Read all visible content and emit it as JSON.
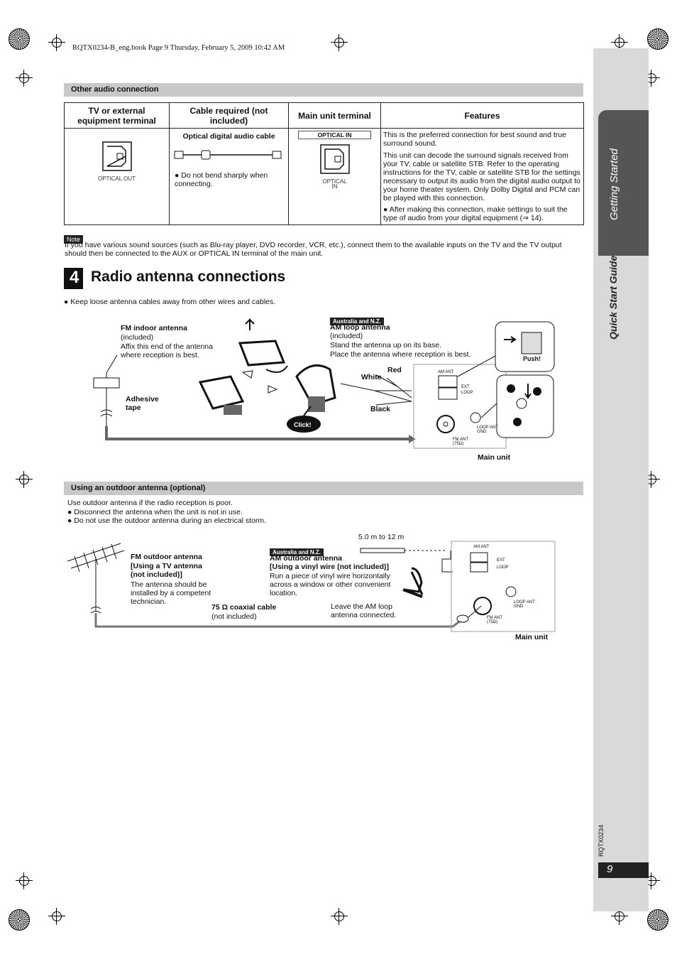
{
  "header": {
    "bookline": "RQTX0234-B_eng.book  Page 9  Thursday, February 5, 2009  10:42 AM"
  },
  "sidebar": {
    "section": "Getting Started",
    "guide": "Quick Start Guide",
    "code": "RQTX0234",
    "page_number": "9"
  },
  "other_audio": {
    "title": "Other audio connection",
    "headers": [
      "TV or external equipment terminal",
      "Cable required (not included)",
      "Main unit terminal",
      "Features"
    ],
    "tv_terminal_label": "OPTICAL OUT",
    "cable_name": "Optical digital audio cable",
    "cable_note": "Do not bend sharply when connecting.",
    "main_terminal_tag": "OPTICAL IN",
    "main_terminal_label_1": "OPTICAL",
    "main_terminal_label_2": "IN",
    "features": [
      "This is the preferred connection for best sound and true surround sound.",
      "This unit can decode the surround signals received from your TV, cable or satellite STB. Refer to the operating instructions for the TV, cable or satellite STB for the settings necessary to output its audio from the digital audio output to your home theater system. Only Dolby Digital and PCM can be played with this connection.",
      "After making this connection, make settings to suit the type of audio from your digital equipment (⇒ 14)."
    ]
  },
  "note": {
    "tag": "Note",
    "text": "If you have various sound sources (such as Blu-ray player, DVD recorder, VCR, etc.), connect them to the available inputs on the TV and the TV output should then be connected to the AUX or OPTICAL IN terminal of the main unit."
  },
  "radio": {
    "step": "4",
    "title": "Radio antenna connections",
    "bullet": "Keep loose antenna cables away from other wires and cables.",
    "fm_indoor_title": "FM indoor antenna",
    "fm_indoor_sub": "(included)",
    "fm_indoor_text": "Affix this end of the antenna where reception is best.",
    "adhesive": "Adhesive tape",
    "region_tag": "Australia and N.Z.",
    "am_loop_title": "AM loop antenna",
    "am_loop_sub": "(included)",
    "am_loop_text_1": "Stand the antenna up on its base.",
    "am_loop_text_2": "Place the antenna where reception is best.",
    "white": "White",
    "red": "Red",
    "black": "Black",
    "click": "Click!",
    "push": "Push!",
    "am_ant": "AM ANT",
    "ext": "EXT",
    "loop": "LOOP",
    "loop_ant_gnd": "LOOP ANT GND",
    "fm_ant": "FM ANT (75Ω)",
    "main_unit": "Main unit"
  },
  "outdoor": {
    "title": "Using an outdoor antenna (optional)",
    "intro": "Use outdoor antenna if the radio reception is poor.",
    "bullets": [
      "Disconnect the antenna when the unit is not in use.",
      "Do not use the outdoor antenna during an electrical storm."
    ],
    "fm_title": "FM outdoor antenna",
    "fm_sub": "[Using a TV antenna (not included)]",
    "fm_text": "The antenna should be installed by a competent technician.",
    "coax_title": "75 Ω coaxial cable",
    "coax_sub": "(not included)",
    "region_tag": "Australia and N.Z.",
    "am_title": "AM outdoor antenna",
    "am_sub": "[Using a vinyl wire (not included)]",
    "am_text": "Run a piece of vinyl wire horizontally across a window or other convenient location.",
    "distance": "5.0 m to 12 m",
    "leave": "Leave the AM loop antenna connected.",
    "main_unit": "Main unit"
  }
}
